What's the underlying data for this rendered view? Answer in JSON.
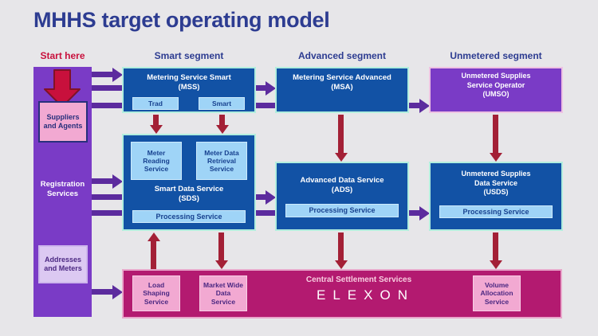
{
  "title": "MHHS target operating model",
  "start_here": "Start here",
  "segments": [
    "Smart segment",
    "Advanced segment",
    "Unmetered segment"
  ],
  "sidebar": {
    "suppliers": "Suppliers\nand Agents",
    "registration": "Registration\nServices",
    "addresses": "Addresses\nand Meters"
  },
  "boxes": {
    "mss": {
      "title": "Metering Service Smart\n(MSS)",
      "trad": "Trad",
      "smart": "Smart"
    },
    "msa": {
      "title": "Metering Service Advanced\n(MSA)"
    },
    "umso": {
      "title": "Unmetered Supplies\nService Operator\n(UMSO)"
    },
    "sds": {
      "title": "Smart Data Service\n(SDS)",
      "meter_reading": "Meter\nReading\nService",
      "meter_data_retrieval": "Meter Data\nRetrieval\nService",
      "processing": "Processing Service"
    },
    "ads": {
      "title": "Advanced Data Service\n(ADS)",
      "processing": "Processing Service"
    },
    "usds": {
      "title": "Unmetered Supplies\nData Service\n(USDS)",
      "processing": "Processing Service"
    }
  },
  "bottom_bar": {
    "title": "Central Settlement Services",
    "logo": "ELEXON",
    "load_shaping": "Load\nShaping\nService",
    "market_wide": "Market Wide\nData\nService",
    "volume_allocation": "Volume\nAllocation\nService"
  },
  "colors": {
    "background": "#e7e6e9",
    "navy": "#2d3c91",
    "crimson": "#c8103c",
    "dark_crimson": "#a32036",
    "purple": "#7a3bc6",
    "purple_line": "#5c2b9e",
    "blue_box": "#1252a5",
    "light_blue": "#9fd4f7",
    "mint_border": "#b2eede",
    "magenta_bar": "#b31a70",
    "pink_box": "#f2a9d2",
    "lavender_box": "#dcc9f2"
  }
}
